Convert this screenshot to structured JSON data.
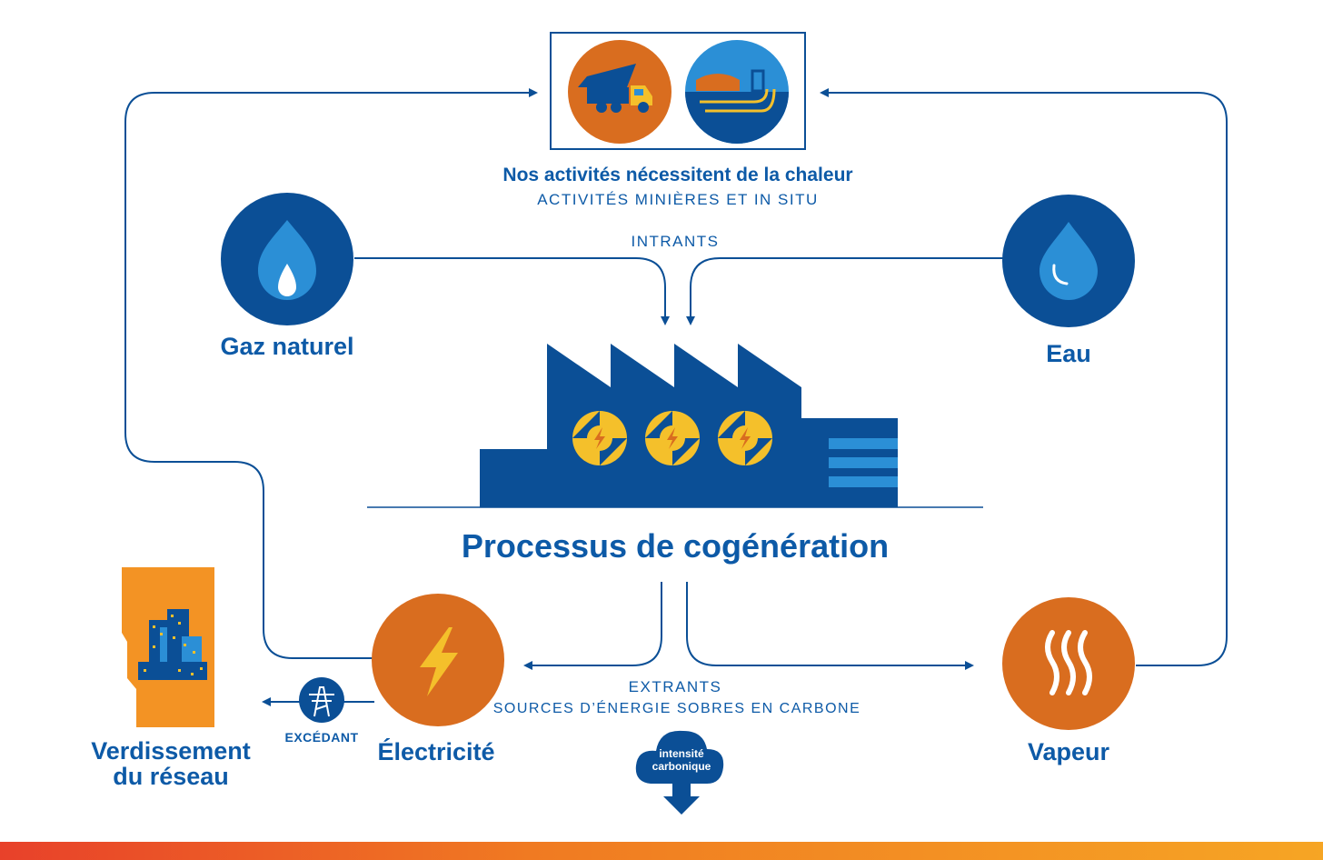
{
  "colors": {
    "blue": "#0b4f96",
    "light_blue": "#2b8fd6",
    "text_blue": "#0d5aa7",
    "orange": "#d96d1f",
    "bright_orange": "#f39324",
    "yellow": "#f4c02b",
    "line": "#0b4f96"
  },
  "top": {
    "title": "Nos activités nécessitent de la chaleur",
    "subtitle": "ACTIVITÉS MINIÈRES ET IN SITU",
    "icons": [
      "dump-truck-icon",
      "in-situ-facility-icon"
    ]
  },
  "inputs": {
    "label": "INTRANTS",
    "gas_label": "Gaz naturel",
    "water_label": "Eau"
  },
  "process": {
    "title": "Processus de cogénération"
  },
  "outputs": {
    "label": "EXTRANTS",
    "sublabel": "SOURCES D’ÉNERGIE SOBRES EN CARBONE",
    "electricity_label": "Électricité",
    "steam_label": "Vapeur",
    "carbon_cloud_line1": "intensité",
    "carbon_cloud_line2": "carbonique"
  },
  "grid": {
    "surplus_label": "EXCÉDANT",
    "label_line1": "Verdissement",
    "label_line2": "du réseau"
  }
}
